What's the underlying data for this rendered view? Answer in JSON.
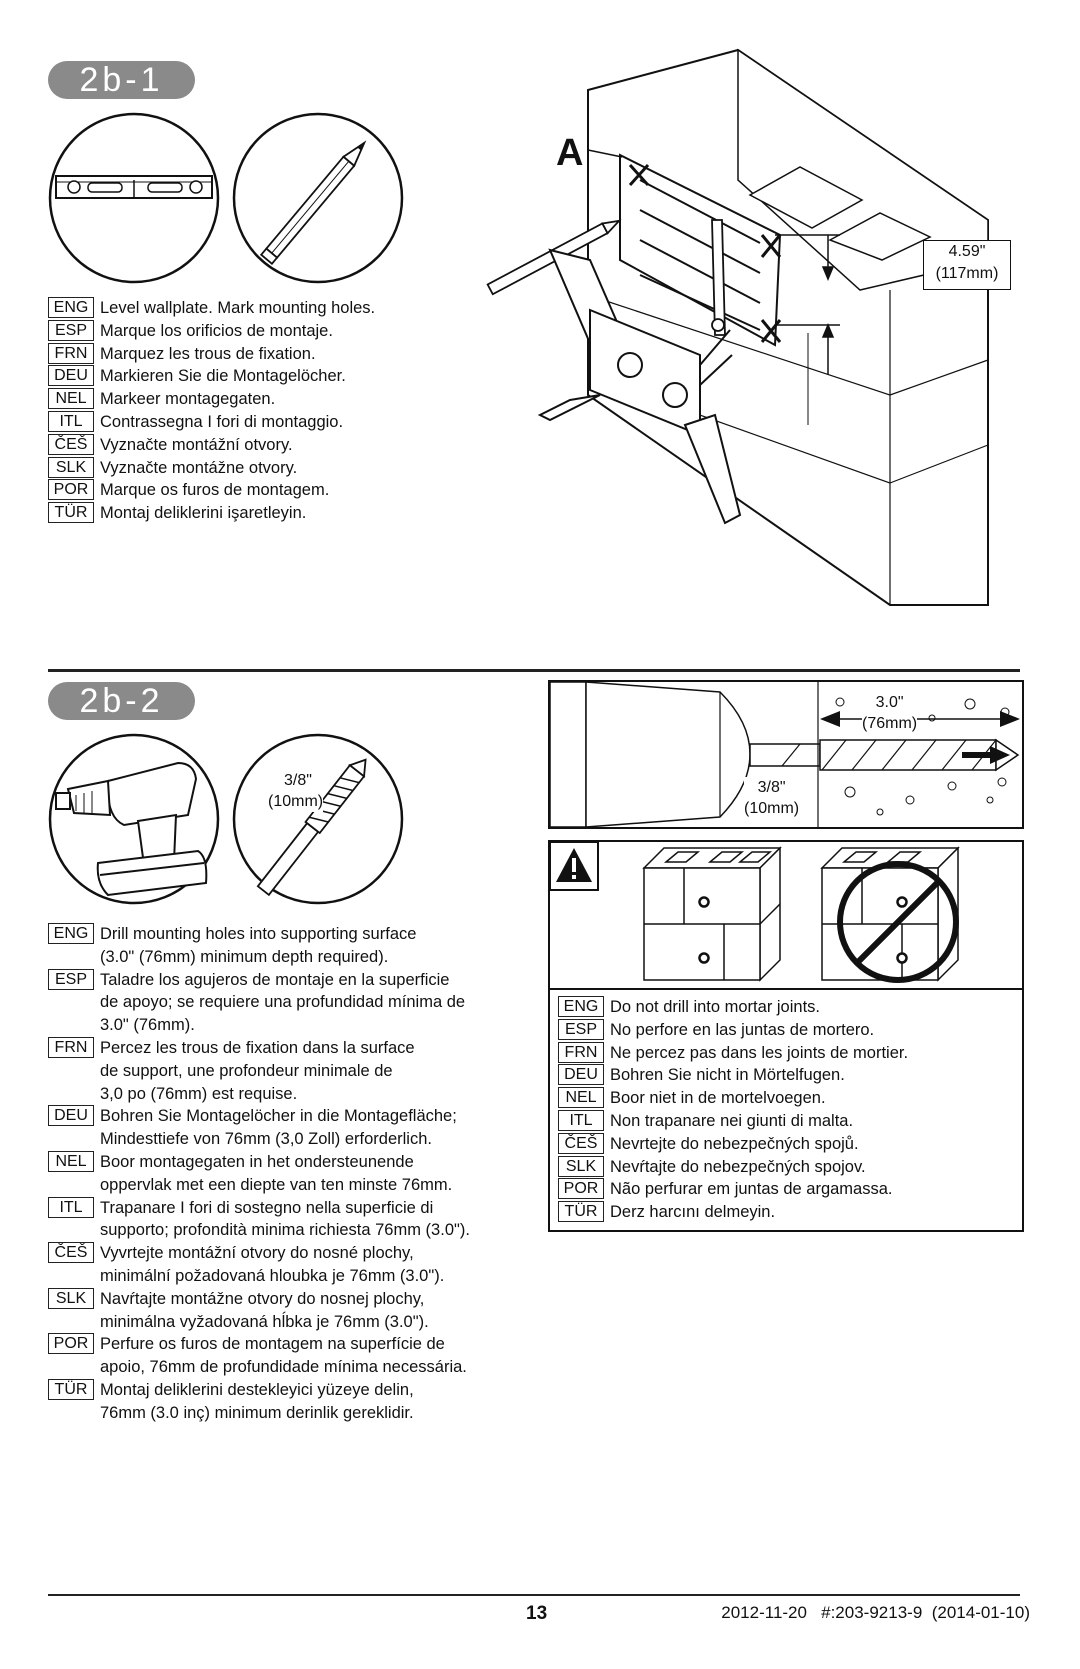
{
  "step1": {
    "badge": "2b-1",
    "callout_letter": "A",
    "dimension": {
      "imperial": "4.59\"",
      "metric": "(117mm)"
    },
    "instructions": [
      {
        "code": "ENG",
        "text": "Level wallplate.  Mark mounting holes."
      },
      {
        "code": "ESP",
        "text": "Marque los orificios de montaje."
      },
      {
        "code": "FRN",
        "text": "Marquez les trous de fixation."
      },
      {
        "code": "DEU",
        "text": "Markieren Sie die Montagelöcher."
      },
      {
        "code": "NEL",
        "text": "Markeer montagegaten."
      },
      {
        "code": "ITL",
        "text": "Contrassegna I fori di montaggio."
      },
      {
        "code": "ČEŠ",
        "text": "Vyznačte montážní otvory."
      },
      {
        "code": "SLK",
        "text": "Vyznačte montážne otvory."
      },
      {
        "code": "POR",
        "text": "Marque os furos de montagem."
      },
      {
        "code": "TÜR",
        "text": "Montaj deliklerini işaretleyin."
      }
    ]
  },
  "step2": {
    "badge": "2b-2",
    "bit_size": {
      "imperial": "3/8\"",
      "metric": "(10mm)"
    },
    "depth": {
      "imperial": "3.0\"",
      "metric": "(76mm)"
    },
    "instructions": [
      {
        "code": "ENG",
        "lines": [
          "Drill mounting holes into supporting surface",
          "(3.0\" (76mm) minimum depth required)."
        ]
      },
      {
        "code": "ESP",
        "lines": [
          "Taladre los agujeros de montaje en la superficie",
          "de apoyo; se requiere una profundidad mínima de",
          "3.0\" (76mm)."
        ]
      },
      {
        "code": "FRN",
        "lines": [
          "Percez les trous de fixation dans la surface",
          "de support, une profondeur minimale de",
          "3,0 po (76mm) est requise."
        ]
      },
      {
        "code": "DEU",
        "lines": [
          "Bohren Sie Montagelöcher in die Montagefläche;",
          "Mindesttiefe von 76mm (3,0 Zoll) erforderlich."
        ]
      },
      {
        "code": "NEL",
        "lines": [
          "Boor montagegaten in het ondersteunende",
          "oppervlak met een diepte van ten minste 76mm."
        ]
      },
      {
        "code": "ITL",
        "lines": [
          "Trapanare I fori di sostegno nella superficie di",
          "supporto; profondità minima richiesta 76mm (3.0\")."
        ]
      },
      {
        "code": "ČEŠ",
        "lines": [
          "Vyvrtejte montážní otvory do nosné plochy,",
          "minimální požadovaná hloubka je 76mm (3.0\")."
        ]
      },
      {
        "code": "SLK",
        "lines": [
          "Navŕtajte montážne otvory do nosnej plochy,",
          "minimálna vyžadovaná hĺbka je 76mm (3.0\")."
        ]
      },
      {
        "code": "POR",
        "lines": [
          "Perfure os furos de montagem na superfície de",
          "apoio, 76mm de profundidade mínima necessária."
        ]
      },
      {
        "code": "TÜR",
        "lines": [
          "Montaj deliklerini destekleyici yüzeye delin,",
          "76mm (3.0 inç) minimum derinlik gereklidir."
        ]
      }
    ],
    "warning": [
      {
        "code": "ENG",
        "text": "Do not drill into mortar joints."
      },
      {
        "code": "ESP",
        "text": "No perfore en las juntas de mortero."
      },
      {
        "code": "FRN",
        "text": "Ne percez pas dans les joints de mortier."
      },
      {
        "code": "DEU",
        "text": "Bohren Sie nicht in Mörtelfugen."
      },
      {
        "code": "NEL",
        "text": "Boor niet in de mortelvoegen."
      },
      {
        "code": "ITL",
        "text": "Non trapanare nei giunti di malta."
      },
      {
        "code": "ČEŠ",
        "text": "Nevrtejte do nebezpečných spojů."
      },
      {
        "code": "SLK",
        "text": "Nevŕtajte do nebezpečných spojov."
      },
      {
        "code": "POR",
        "text": "Não perfurar em juntas de argamassa."
      },
      {
        "code": "TÜR",
        "text": "Derz harcını delmeyin."
      }
    ]
  },
  "footer": {
    "page_number": "13",
    "doc_info": "2012-11-20   #:203-9213-9  (2014-01-10)"
  }
}
